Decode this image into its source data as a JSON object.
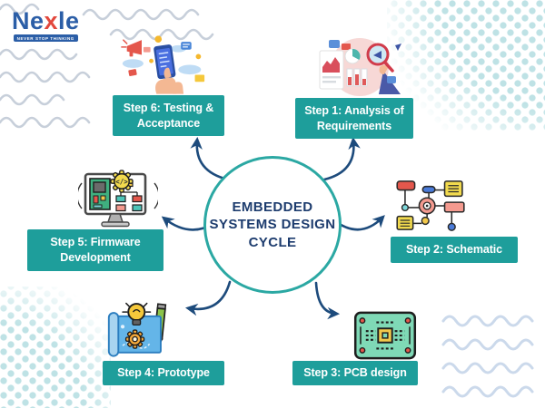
{
  "logo": {
    "brand_prefix": "Ne",
    "brand_x": "x",
    "brand_suffix": "le",
    "tagline": "NEVER STOP THINKING"
  },
  "center": {
    "title": "EMBEDDED SYSTEMS DESIGN CYCLE",
    "title_lines": [
      "EMBEDDED",
      "SYSTEMS DESIGN",
      "CYCLE"
    ]
  },
  "steps": [
    {
      "num": 1,
      "line1": "Step 1: Analysis of",
      "line2": "Requirements",
      "icon": "requirements-analysis-illustration"
    },
    {
      "num": 2,
      "line1": "Step 2: Schematic",
      "icon": "schematic-flowchart-illustration"
    },
    {
      "num": 3,
      "line1": "Step 3: PCB design",
      "icon": "pcb-board-illustration"
    },
    {
      "num": 4,
      "line1": "Step 4: Prototype",
      "icon": "prototype-blueprint-illustration"
    },
    {
      "num": 5,
      "line1": "Step 5: Firmware",
      "line2": "Development",
      "icon": "firmware-monitor-illustration"
    },
    {
      "num": 6,
      "line1": "Step 6: Testing &",
      "line2": "Acceptance",
      "icon": "testing-phone-illustration"
    }
  ],
  "colors": {
    "step_label_bg": "#1E9E9B",
    "center_text": "#1D3C6E",
    "arrow": "#1D4B7C",
    "circle_border": "#2BA8A3",
    "dots_pattern": "#BEE2E5",
    "waves_top_left": "#C7CFDA",
    "waves_bottom_right": "#CBD9EB",
    "logo_blue": "#2B5EA7",
    "logo_red": "#E2483D"
  }
}
